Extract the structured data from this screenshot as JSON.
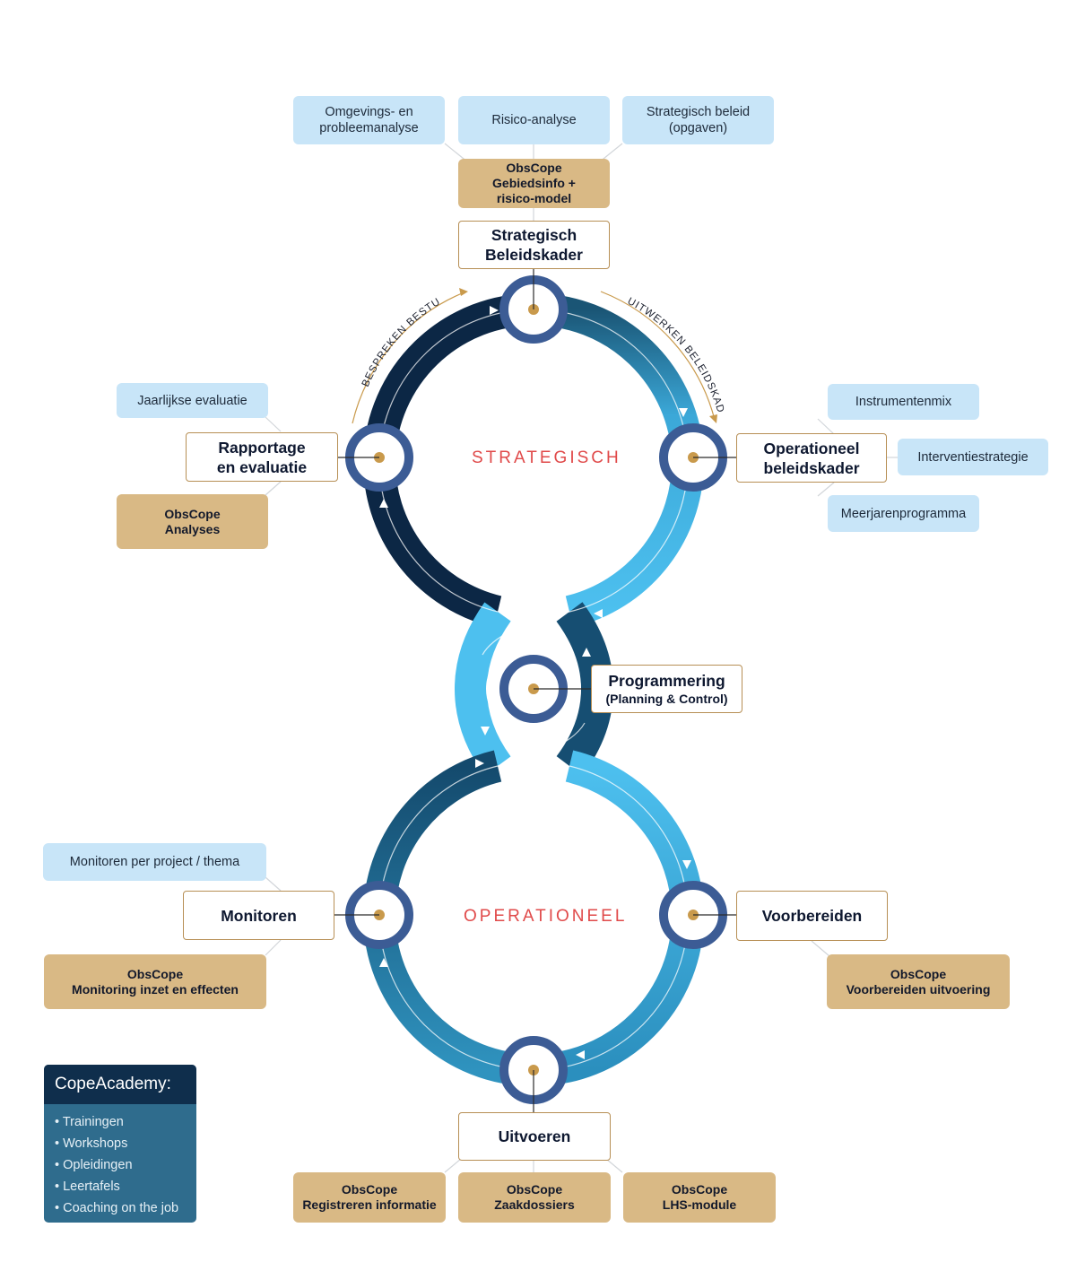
{
  "colors": {
    "dark_navy": "#0f2440",
    "mid_blue": "#1f6e95",
    "light_blue": "#4dc0ef",
    "circle_blue": "#3c5c95",
    "gold": "#c99a4c",
    "accent_red": "#e04a4a",
    "box_light": "#c8e5f8",
    "box_tan": "#d9b985"
  },
  "loops": {
    "strategic_label": "STRATEGISCH",
    "operational_label": "OPERATIONEEL",
    "arrow_left_label": "BESPREKEN BESTUUR",
    "arrow_right_label": "UITWERKEN BELEIDSKADER"
  },
  "nodes": {
    "strategisch": {
      "line1": "Strategisch",
      "line2": "Beleidskader"
    },
    "rapportage": {
      "line1": "Rapportage",
      "line2": "en evaluatie"
    },
    "operationeel": {
      "line1": "Operationeel",
      "line2": "beleidskader"
    },
    "programmering": {
      "line1": "Programmering",
      "line2": "(Planning & Control)"
    },
    "monitoren": {
      "line1": "Monitoren"
    },
    "voorbereiden": {
      "line1": "Voorbereiden"
    },
    "uitvoeren": {
      "line1": "Uitvoeren"
    }
  },
  "info": {
    "omgevings": {
      "line1": "Omgevings- en",
      "line2": "probleemanalyse"
    },
    "risico": {
      "line1": "Risico-analyse"
    },
    "beleid": {
      "line1": "Strategisch beleid",
      "line2": "(opgaven)"
    },
    "jaarlijkse": {
      "line1": "Jaarlijkse evaluatie"
    },
    "instrumentenmix": {
      "line1": "Instrumentenmix"
    },
    "interventie": {
      "line1": "Interventiestrategie"
    },
    "meerjaren": {
      "line1": "Meerjarenprogramma"
    },
    "monitoren_project": {
      "line1": "Monitoren per project / thema"
    }
  },
  "obscope": {
    "gebiedsinfo": {
      "line1": "ObsCope",
      "line2": "Gebiedsinfo +",
      "line3": "risico-model"
    },
    "analyses": {
      "line1": "ObsCope",
      "line2": "Analyses"
    },
    "monitoring": {
      "line1": "ObsCope",
      "line2": "Monitoring inzet en effecten"
    },
    "voorbereiden": {
      "line1": "ObsCope",
      "line2": "Voorbereiden uitvoering"
    },
    "registreren": {
      "line1": "ObsCope",
      "line2": "Registreren informatie"
    },
    "zaakdossiers": {
      "line1": "ObsCope",
      "line2": "Zaakdossiers"
    },
    "lhs": {
      "line1": "ObsCope",
      "line2": "LHS-module"
    }
  },
  "legend": {
    "title": "CopeAcademy:",
    "items": [
      "Trainingen",
      "Workshops",
      "Opleidingen",
      "Leertafels",
      "Coaching on the job"
    ]
  }
}
